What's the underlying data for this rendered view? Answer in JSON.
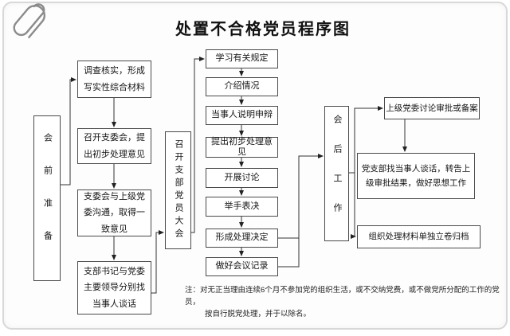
{
  "page": {
    "title": "处置不合格党员程序图"
  },
  "diagram": {
    "phases": {
      "left": "会前准备",
      "middle": "召开支部党员大会",
      "right": "会后工作"
    },
    "pre_meeting_steps": [
      "调查核实，形成写实性综合材料",
      "召开支委会，提出初步处理意见",
      "支委会与上级党委沟通，取得一致意见",
      "支部书记与党委主要领导分别找当事人谈话"
    ],
    "meeting_steps": [
      "学习有关规定",
      "介绍情况",
      "当事人说明申辩",
      "提出初步处理意见",
      "开展讨论",
      "举手表决",
      "形成处理决定",
      "做好会议记录"
    ],
    "post_meeting_steps": [
      "上级党委讨论审批或备案",
      "党支部找当事人谈话，转告上级审批结果，做好思想工作",
      "组织处理材料单独立卷归档"
    ],
    "note": {
      "line1": "注：对无正当理由连续6个月不参加党的组织生活，或不交纳党费，或不做党所分配的工作的党员，",
      "line2": "按自行脱党处理，并于以除名。"
    },
    "colors": {
      "line": "#333333",
      "box_border": "#4a4a4a",
      "text": "#151515"
    }
  }
}
